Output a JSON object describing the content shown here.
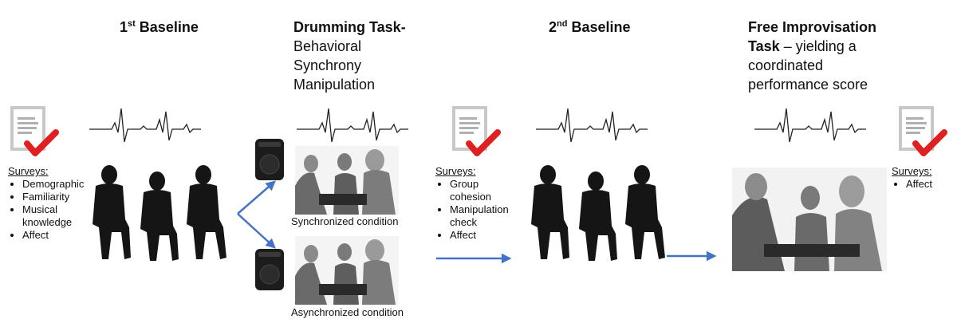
{
  "colors": {
    "arrow": "#4472C4",
    "check": "#E02020",
    "silhouette": "#151515",
    "doc": "#c8c8c8"
  },
  "stages": {
    "baseline1": {
      "title_prefix": "1",
      "title_sup": "st",
      "title_rest": " Baseline"
    },
    "drumming": {
      "title_bold": "Drumming Task-",
      "title_lines": [
        "Behavioral",
        "Synchrony",
        "Manipulation"
      ]
    },
    "baseline2": {
      "title_prefix": "2",
      "title_sup": "nd",
      "title_rest": " Baseline"
    },
    "improv": {
      "title_bold_1": "Free Improvisation",
      "title_bold_2": "Task",
      "title_rest_2": " – yielding a",
      "title_lines": [
        "coordinated",
        "performance score"
      ]
    }
  },
  "surveys": [
    {
      "heading": "Surveys:",
      "items": [
        "Demographic",
        "Familiarity",
        "Musical knowledge",
        "Affect"
      ]
    },
    {
      "heading": "Surveys:",
      "items": [
        "Group cohesion",
        "Manipulation check",
        "Affect"
      ]
    },
    {
      "heading": "Surveys:",
      "items": [
        "Affect"
      ]
    }
  ],
  "conditions": {
    "sync": "Synchronized condition",
    "async": "Asynchronized condition"
  },
  "icons": [
    "document-icon",
    "checkmark-icon",
    "heartbeat-icon",
    "speaker-icon",
    "arrow-icon"
  ]
}
